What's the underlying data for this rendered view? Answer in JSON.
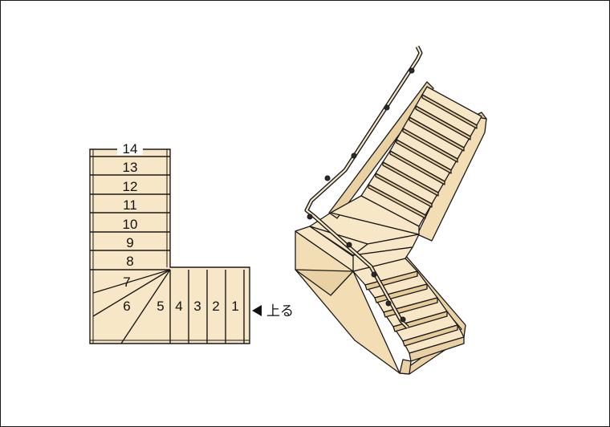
{
  "colors": {
    "fill": "#f7e7c6",
    "stroke": "#1a1a1a",
    "background": "#ffffff",
    "handrail": "#2a2a2a"
  },
  "plan": {
    "upper_steps": [
      "14",
      "13",
      "12",
      "11",
      "10",
      "9",
      "8"
    ],
    "winder_steps": [
      "7",
      "6",
      "5"
    ],
    "lower_steps": [
      "4",
      "3",
      "2",
      "1"
    ],
    "direction_label": "上る",
    "direction_icon": "left-pointing-triangle-arrow"
  },
  "perspective": {
    "upper_flight_treads": 9,
    "lower_flight_treads": 5,
    "winder_treads": 3,
    "handrail": "spiral-ended handrail with round balusters"
  }
}
